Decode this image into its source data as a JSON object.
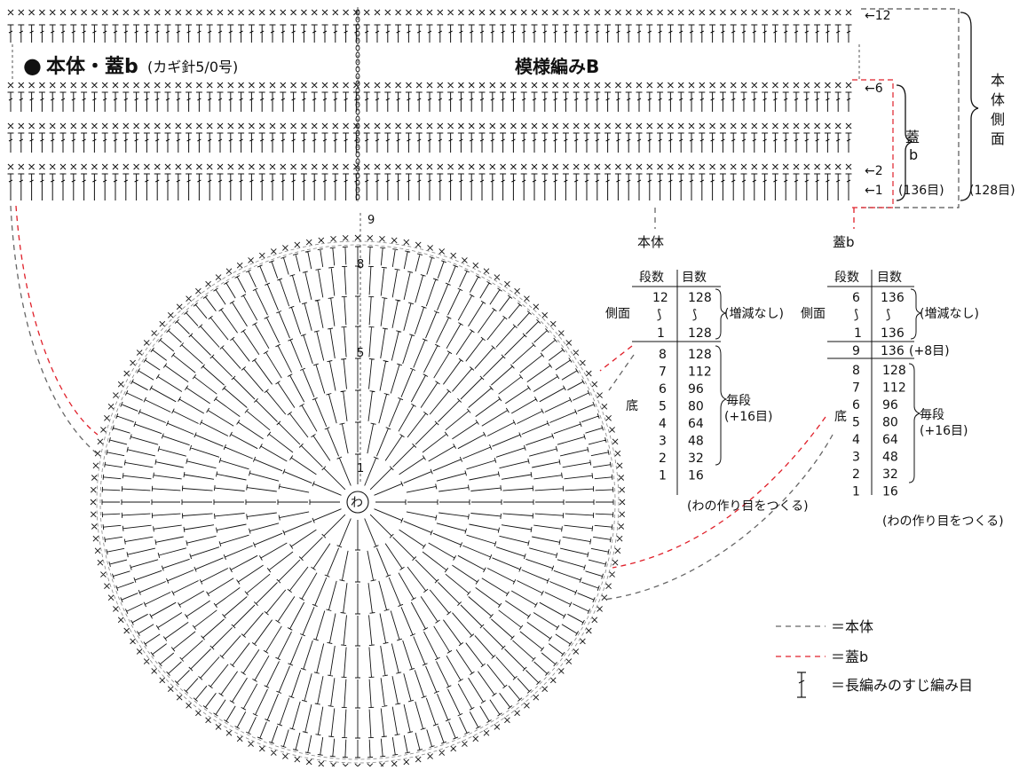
{
  "title": {
    "bullet": "●",
    "main": "本体・蓋b",
    "sub": "(カギ針5/0号)",
    "pattern": "模様編みB"
  },
  "side": {
    "row_labels": [
      "←12",
      "←6",
      "←2",
      "←1"
    ],
    "lid_label_1": "蓋",
    "lid_label_2": "b",
    "body_label": [
      "本",
      "体",
      "側",
      "面"
    ],
    "lid_count": "(136目)",
    "body_count": "(128目)"
  },
  "circle": {
    "center": "わ",
    "round_numbers": [
      "9",
      "8",
      "5",
      "1"
    ]
  },
  "tables": {
    "body": {
      "title": "本体",
      "col_rows": "段数",
      "col_sts": "目数",
      "side_label": "側面",
      "side_rows": [
        [
          "12",
          "128"
        ],
        [
          "⟆",
          "⟆"
        ],
        [
          "1",
          "128"
        ]
      ],
      "side_note": "(増減なし)",
      "bottom_label": "底",
      "bottom_rows": [
        [
          "8",
          "128"
        ],
        [
          "7",
          "112"
        ],
        [
          "6",
          "96"
        ],
        [
          "5",
          "80"
        ],
        [
          "4",
          "64"
        ],
        [
          "3",
          "48"
        ],
        [
          "2",
          "32"
        ],
        [
          "1",
          "16"
        ]
      ],
      "bottom_note_1": "毎段",
      "bottom_note_2": "(+16目)",
      "footer": "(わの作り目をつくる)"
    },
    "lid": {
      "title": "蓋b",
      "col_rows": "段数",
      "col_sts": "目数",
      "side_label": "側面",
      "side_rows": [
        [
          "6",
          "136"
        ],
        [
          "⟆",
          "⟆"
        ],
        [
          "1",
          "136"
        ]
      ],
      "side_note": "(増減なし)",
      "row9": [
        "9",
        "136"
      ],
      "row9_note": "(+8目)",
      "bottom_label": "底",
      "bottom_rows": [
        [
          "8",
          "128"
        ],
        [
          "7",
          "112"
        ],
        [
          "6",
          "96"
        ],
        [
          "5",
          "80"
        ],
        [
          "4",
          "64"
        ],
        [
          "3",
          "48"
        ],
        [
          "2",
          "32"
        ],
        [
          "1",
          "16"
        ]
      ],
      "bottom_note_1": "毎段",
      "bottom_note_2": "(+16目)",
      "footer": "(わの作り目をつくる)"
    }
  },
  "legend": {
    "body": "＝本体",
    "lid": "＝蓋b",
    "stitch": "＝長編みのすじ編み目"
  },
  "colors": {
    "ink": "#111111",
    "body_line": "#555555",
    "lid_line": "#e0202a"
  }
}
